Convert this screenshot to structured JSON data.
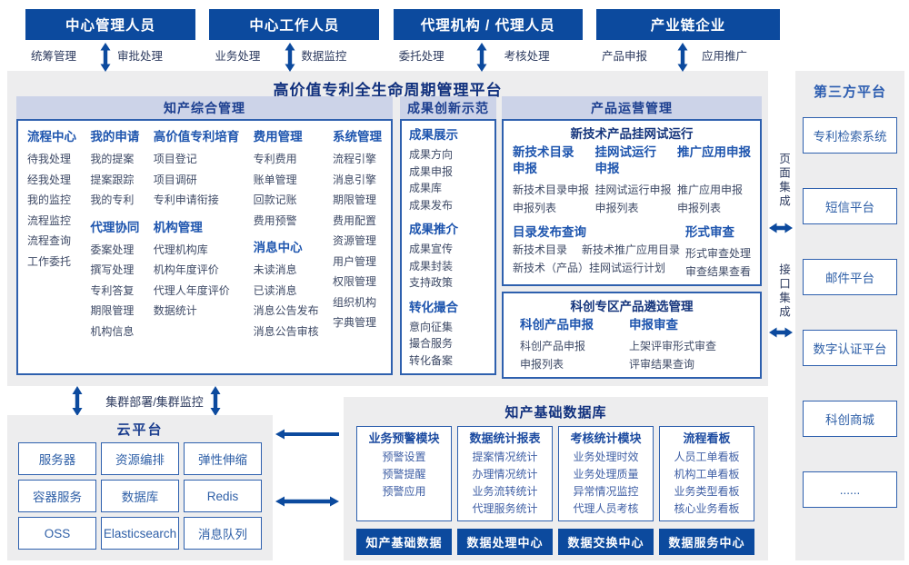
{
  "colors": {
    "navy": "#0c4a9e",
    "blue": "#1e55ae",
    "band": "#ccd3e8",
    "panel_grey": "#ededee"
  },
  "top_roles": [
    {
      "title": "中心管理人员",
      "left": "统筹管理",
      "right": "审批处理"
    },
    {
      "title": "中心工作人员",
      "left": "业务处理",
      "right": "数据监控"
    },
    {
      "title": "代理机构 / 代理人员",
      "left": "委托处理",
      "right": "考核处理"
    },
    {
      "title": "产业链企业",
      "left": "产品申报",
      "right": "应用推广"
    }
  ],
  "platform_title": "高价值专利全生命周期管理平台",
  "ip_mgmt": {
    "title": "知产综合管理",
    "col1": {
      "h1": "流程中心",
      "items1": [
        "待我处理",
        "经我处理",
        "我的监控",
        "流程监控",
        "流程查询",
        "工作委托"
      ]
    },
    "col2": {
      "h1": "我的申请",
      "items1": [
        "我的提案",
        "提案跟踪",
        "我的专利"
      ],
      "h2": "代理协同",
      "items2": [
        "委案处理",
        "撰写处理",
        "专利答复",
        "期限管理",
        "机构信息"
      ]
    },
    "col3": {
      "h1": "高价值专利培育",
      "items1": [
        "项目登记",
        "项目调研",
        "专利申请衔接"
      ],
      "h2": "机构管理",
      "items2": [
        "代理机构库",
        "机构年度评价",
        "代理人年度评价",
        "数据统计"
      ]
    },
    "col4": {
      "h1": "费用管理",
      "items1": [
        "专利费用",
        "账单管理",
        "回款记账",
        "费用预警"
      ],
      "h2": "消息中心",
      "items2": [
        "未读消息",
        "已读消息",
        "消息公告发布",
        "消息公告审核"
      ]
    },
    "col5": {
      "h1": "系统管理",
      "items1": [
        "流程引擎",
        "消息引擎",
        "期限管理",
        "费用配置",
        "资源管理",
        "用户管理",
        "权限管理",
        "组织机构",
        "字典管理"
      ]
    }
  },
  "achievement": {
    "title": "成果创新示范",
    "g1": {
      "h": "成果展示",
      "items": [
        "成果方向",
        "成果申报",
        "成果库",
        "成果发布"
      ]
    },
    "g2": {
      "h": "成果推介",
      "items": [
        "成果宣传",
        "成果封装",
        "支持政策"
      ]
    },
    "g3": {
      "h": "转化撮合",
      "items": [
        "意向征集",
        "撮合服务",
        "转化备案"
      ]
    }
  },
  "product_ops": {
    "title": "产品运营管理",
    "box1": {
      "title": "新技术产品挂网试运行",
      "c1": {
        "h": "新技术目录申报",
        "items": [
          "新技术目录申报",
          "申报列表"
        ]
      },
      "c2": {
        "h": "挂网试运行申报",
        "items": [
          "挂网试运行申报",
          "申报列表"
        ]
      },
      "c3": {
        "h": "推广应用申报",
        "items": [
          "推广应用申报",
          "申报列表"
        ]
      },
      "c4": {
        "h": "目录发布查询",
        "items": [
          "新技术目录",
          "新技术推广应用目录",
          "新技术（产品）挂网试运行计划"
        ]
      },
      "c5": {
        "h": "形式审查",
        "items": [
          "形式审查处理",
          "审查结果查看"
        ]
      }
    },
    "box2": {
      "title": "科创专区产品遴选管理",
      "c1": {
        "h": "科创产品申报",
        "items": [
          "科创产品申报",
          "申报列表"
        ]
      },
      "c2": {
        "h": "申报审查",
        "items": [
          "上架评审形式审查",
          "评审结果查询"
        ]
      }
    }
  },
  "integration": {
    "page": "页面集成",
    "api": "接口集成"
  },
  "third_party": {
    "title": "第三方平台",
    "items": [
      "专利检索系统",
      "短信平台",
      "邮件平台",
      "数字认证平台",
      "科创商城",
      "......"
    ]
  },
  "cluster_label": "集群部署/集群监控",
  "cloud": {
    "title": "云平台",
    "items": [
      "服务器",
      "资源编排",
      "弹性伸缩",
      "容器服务",
      "数据库",
      "Redis",
      "OSS",
      "Elasticsearch",
      "消息队列"
    ]
  },
  "data_base": {
    "title": "知产基础数据库",
    "modules": [
      {
        "title": "业务预警模块",
        "items": [
          "预警设置",
          "预警提醒",
          "预警应用"
        ]
      },
      {
        "title": "数据统计报表",
        "items": [
          "提案情况统计",
          "办理情况统计",
          "业务流转统计",
          "代理服务统计"
        ]
      },
      {
        "title": "考核统计模块",
        "items": [
          "业务处理时效",
          "业务处理质量",
          "异常情况监控",
          "代理人员考核"
        ]
      },
      {
        "title": "流程看板",
        "items": [
          "人员工单看板",
          "机构工单看板",
          "业务类型看板",
          "核心业务看板"
        ]
      }
    ],
    "centers": [
      "知产基础数据",
      "数据处理中心",
      "数据交换中心",
      "数据服务中心"
    ]
  }
}
